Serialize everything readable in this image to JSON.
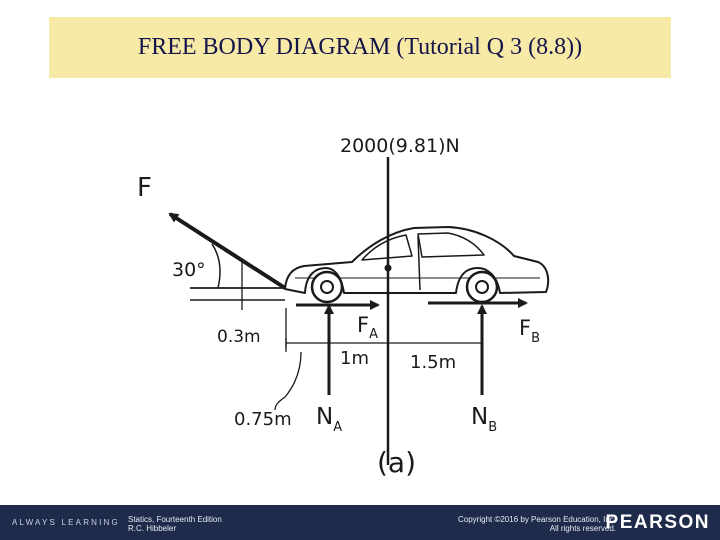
{
  "slide": {
    "title": "FREE BODY DIAGRAM (Tutorial Q 3 (8.8))"
  },
  "diagram": {
    "labels": {
      "weight": "2000(9.81)N",
      "force_f": "F",
      "angle": "30°",
      "height_03": "0.3m",
      "fa": "F",
      "fa_sub": "A",
      "fb": "F",
      "fb_sub": "B",
      "dim_1m": "1m",
      "dim_15m": "1.5m",
      "dim_075m": "0.75m",
      "na": "N",
      "na_sub": "A",
      "nb": "N",
      "nb_sub": "B",
      "caption": "(a)"
    }
  },
  "footer": {
    "tagline": "ALWAYS LEARNING",
    "book_line1": "Statics, Fourteenth Edition",
    "book_line2": "R.C. Hibbeler",
    "copyright_line1": "Copyright ©2016 by Pearson Education, Inc.",
    "copyright_line2": "All rights reserved.",
    "brand": "PEARSON"
  },
  "colors": {
    "title_background": "#f7e9a6",
    "title_text": "#14144a",
    "footer_background": "#1f2b4a"
  }
}
